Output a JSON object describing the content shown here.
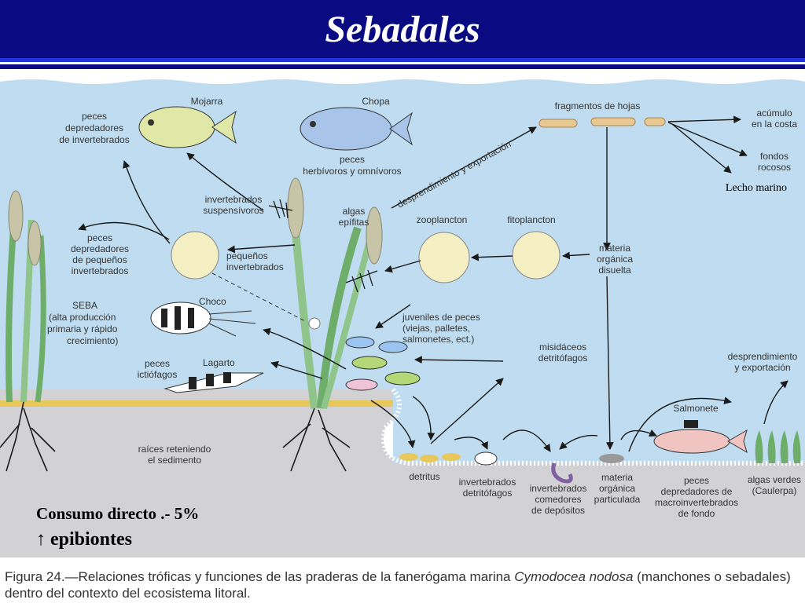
{
  "slide": {
    "title": "Sebadales",
    "consumo": "Consumo directo .- 5%",
    "epibiontes": "↑ epibiontes"
  },
  "diagram": {
    "labels": {
      "mojarra": "Mojarra",
      "chopa": "Chopa",
      "peces_dep_invert_1": "peces",
      "peces_dep_invert_2": "depredadores",
      "peces_dep_invert_3": "de invertebrados",
      "peces_herb_1": "peces",
      "peces_herb_2": "herbívoros y omnívoros",
      "fragmentos": "fragmentos de hojas",
      "acumulo_1": "acúmulo",
      "acumulo_2": "en la costa",
      "fondos_1": "fondos",
      "fondos_2": "rocosos",
      "lecho_marino": "Lecho marino",
      "desprendimiento_diag": "desprendimiento y exportación",
      "invert_susp_1": "invertebrados",
      "invert_susp_2": "suspensívoros",
      "algas_epifitas_1": "algas",
      "algas_epifitas_2": "epífitas",
      "peces_dep_peq_1": "peces",
      "peces_dep_peq_2": "depredadores",
      "peces_dep_peq_3": "de pequeños",
      "peces_dep_peq_4": "invertebrados",
      "peq_invert_1": "pequeños",
      "peq_invert_2": "invertebrados",
      "zooplancton": "zooplancton",
      "fitoplancton": "fitoplancton",
      "materia_disuelta_1": "materia",
      "materia_disuelta_2": "orgánica",
      "materia_disuelta_3": "disuelta",
      "seba_1": "SEBA",
      "seba_2": "(alta producción",
      "seba_3": "primaria y rápido",
      "seba_4": "crecimiento)",
      "choco": "Choco",
      "juveniles_1": "juveniles de peces",
      "juveniles_2": "(viejas, palletes,",
      "juveniles_3": "salmonetes, ect.)",
      "misidaceos_1": "misidáceos",
      "misidaceos_2": "detritófagos",
      "peces_ictio_1": "peces",
      "peces_ictio_2": "ictiófagos",
      "lagarto": "Lagarto",
      "desprendimiento_1": "desprendimiento",
      "desprendimiento_2": "y exportación",
      "salmonete": "Salmonete",
      "raices_1": "raíces reteniendo",
      "raices_2": "el sedimento",
      "detritus": "detritus",
      "invert_detrit_1": "invertebrados",
      "invert_detrit_2": "detritófagos",
      "invert_comed_1": "invertebrados",
      "invert_comed_2": "comedores",
      "invert_comed_3": "de depósitos",
      "materia_part_1": "materia",
      "materia_part_2": "orgánica",
      "materia_part_3": "particulada",
      "peces_fondo_1": "peces",
      "peces_fondo_2": "depredadores de",
      "peces_fondo_3": "macroinvertebrados",
      "peces_fondo_4": "de fondo",
      "algas_verdes_1": "algas verdes",
      "algas_verdes_2": "(Caulerpa)"
    }
  },
  "caption": {
    "part1": "Figura 24.—Relaciones tróficas y funciones de las praderas de la fanerógama marina ",
    "species": "Cymodocea nodosa",
    "part2": " (manchones o sebadales) dentro del contexto del ecosistema litoral."
  },
  "colors": {
    "title_bg": "#0a0a82",
    "water": "#bfdcf0",
    "sediment": "#d2d2d4",
    "seagrass": "#8fc48a"
  }
}
